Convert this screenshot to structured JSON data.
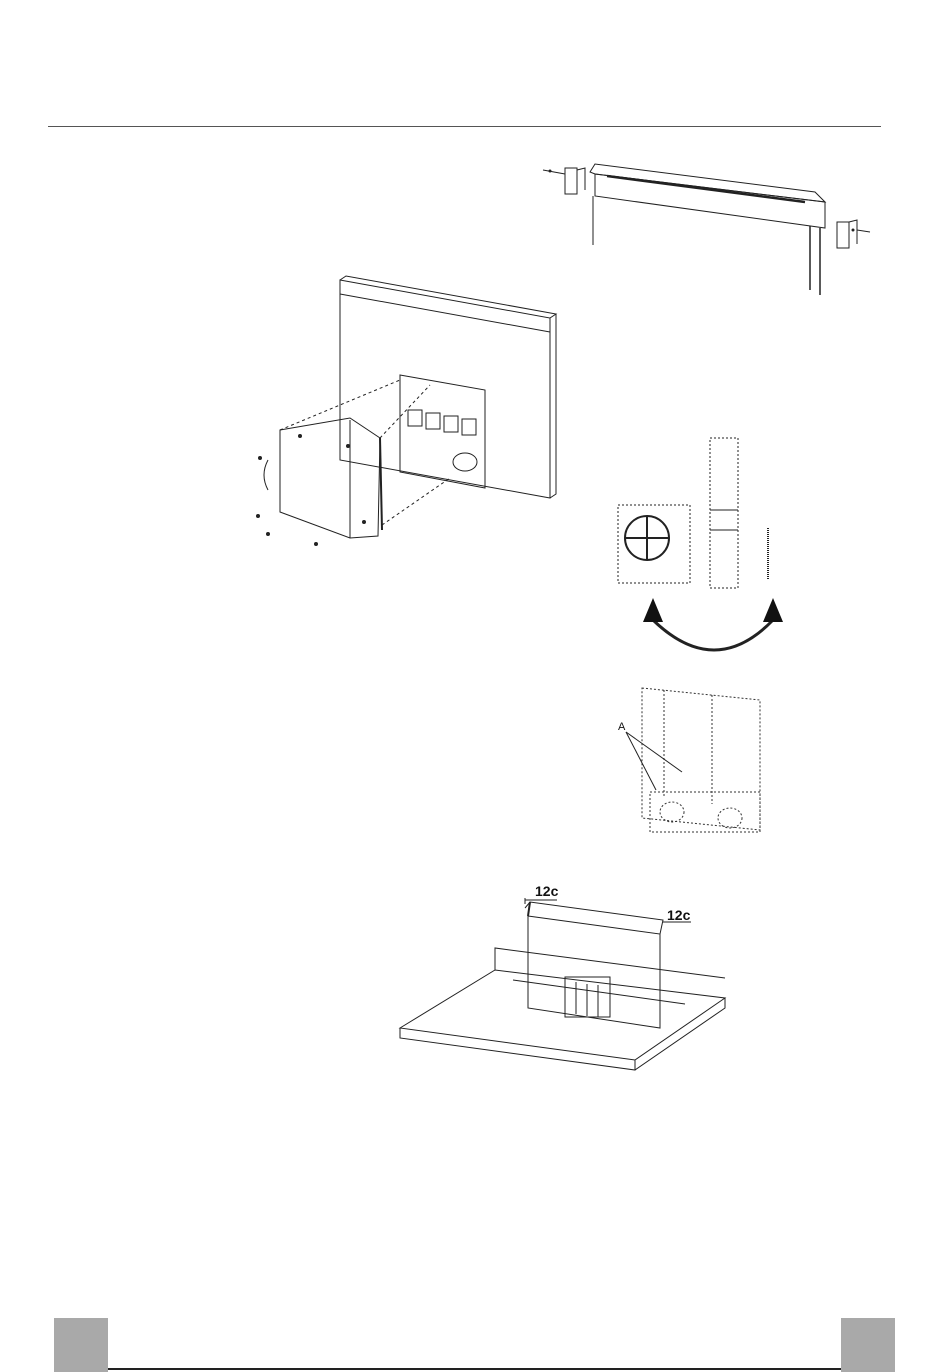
{
  "figures": {
    "installed_hood": {
      "dimension_left": "12c",
      "dimension_right": "12c"
    },
    "motor_detail": {
      "label": "A"
    }
  }
}
